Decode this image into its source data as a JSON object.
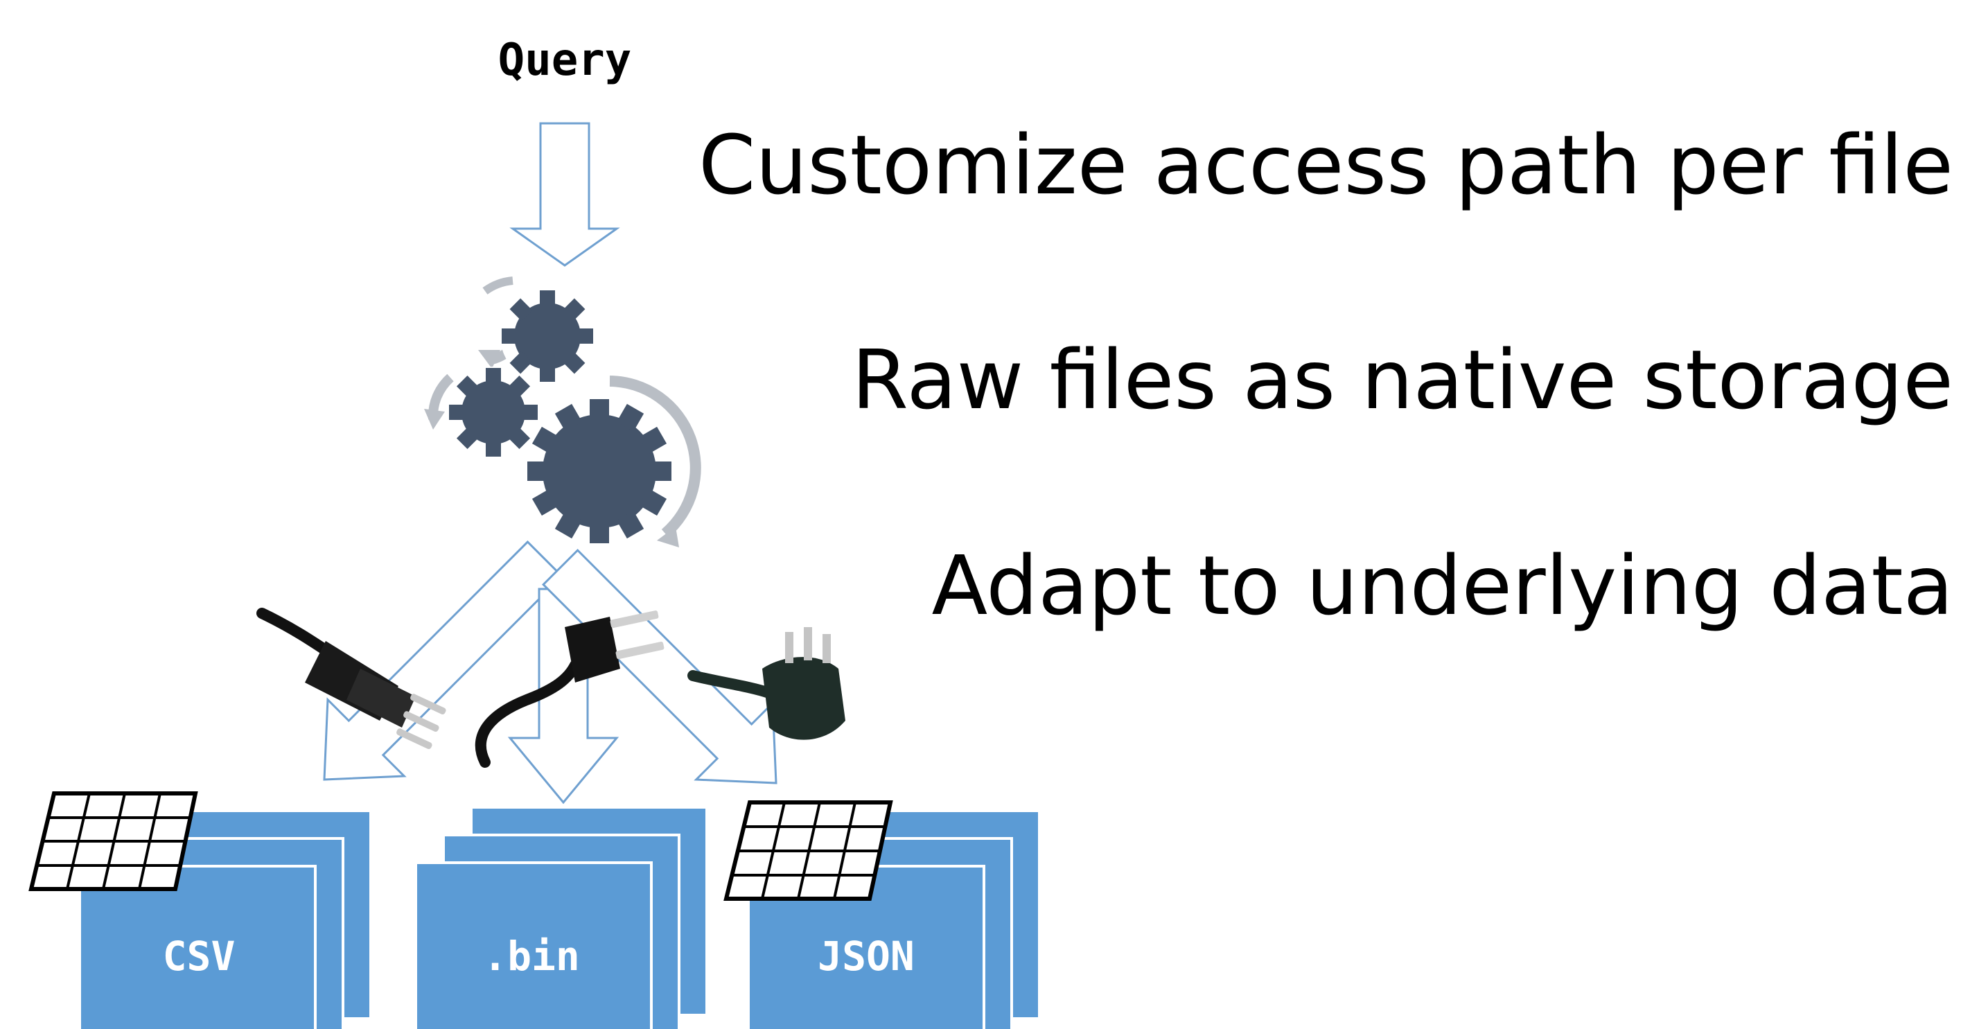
{
  "diagram": {
    "query_label": "Query",
    "engine_icon": "gears-icon",
    "files": [
      {
        "label": "CSV",
        "plug_icon": "italian-plug-icon",
        "grid_icon": "table-grid-icon",
        "color": "#5b9bd5"
      },
      {
        "label": ".bin",
        "plug_icon": "us-plug-icon",
        "color": "#5b9bd5"
      },
      {
        "label": "JSON",
        "plug_icon": "chinese-plug-icon",
        "grid_icon": "table-grid-icon",
        "color": "#5b9bd5"
      }
    ],
    "colors": {
      "file_fill": "#5b9bd5",
      "file_text": "#ffffff",
      "arrow_stroke": "#6fa0d0",
      "gear_fill": "#44546a",
      "cycle_arrow": "#b9bec5"
    }
  },
  "bullets": [
    "Customize access path per file",
    "Raw files as native storage",
    "Adapt to underlying data"
  ]
}
